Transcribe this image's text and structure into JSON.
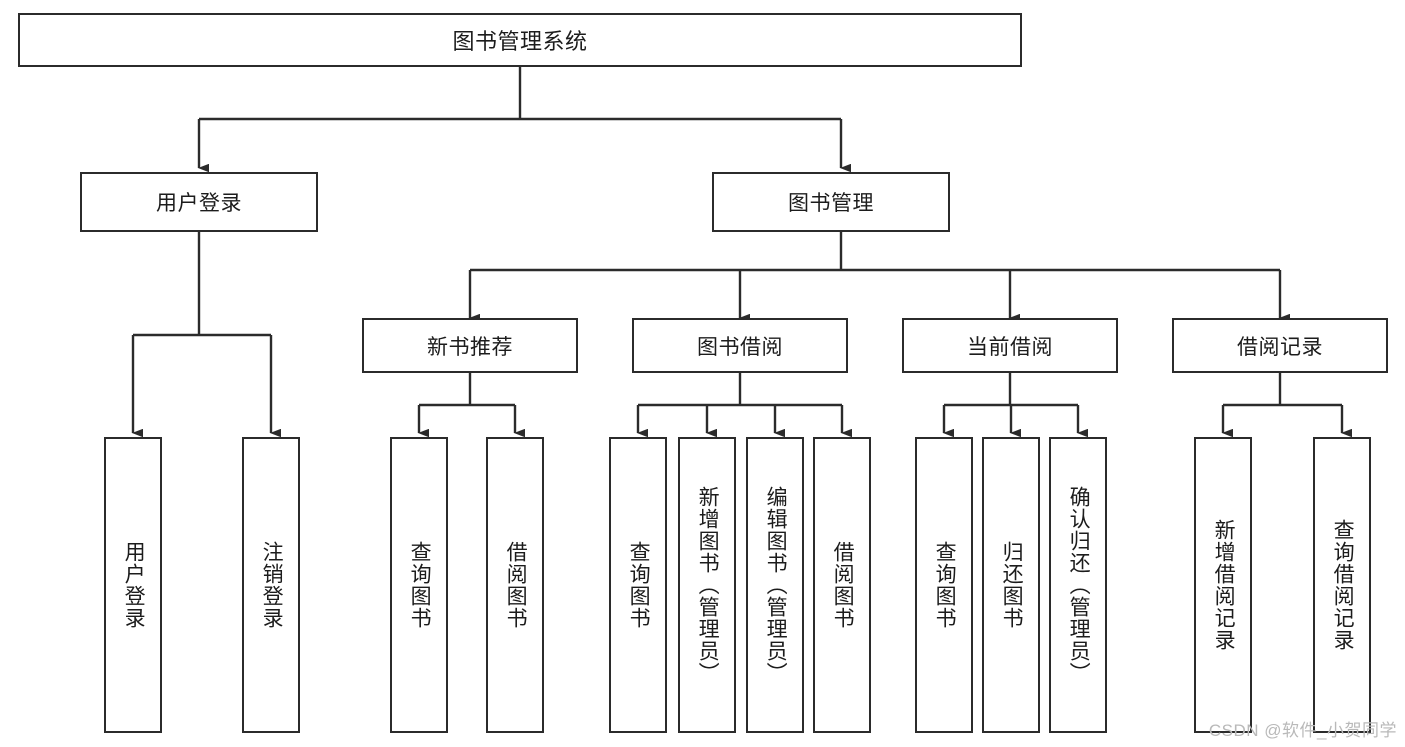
{
  "diagram": {
    "type": "tree-hierarchy",
    "title": "图书管理系统",
    "colors": {
      "stroke": "#2b2b2b",
      "fill": "#ffffff",
      "text": "#1c1c1c",
      "watermark": "#b9b9b9"
    },
    "root": {
      "label": "图书管理系统"
    },
    "level2": {
      "user_login": {
        "label": "用户登录"
      },
      "book_manage": {
        "label": "图书管理"
      }
    },
    "level3": {
      "new_book_rec": {
        "label": "新书推荐"
      },
      "book_borrow": {
        "label": "图书借阅"
      },
      "current_borrow": {
        "label": "当前借阅"
      },
      "borrow_record": {
        "label": "借阅记录"
      }
    },
    "leaves": {
      "user_login": [
        {
          "label": "用户登录"
        },
        {
          "label": "注销登录"
        }
      ],
      "new_book_rec": [
        {
          "label": "查询图书"
        },
        {
          "label": "借阅图书"
        }
      ],
      "book_borrow": [
        {
          "label": "查询图书"
        },
        {
          "label": "新增图书（管理员）"
        },
        {
          "label": "编辑图书（管理员）"
        },
        {
          "label": "借阅图书"
        }
      ],
      "current_borrow": [
        {
          "label": "查询图书"
        },
        {
          "label": "归还图书"
        },
        {
          "label": "确认归还（管理员）"
        }
      ],
      "borrow_record": [
        {
          "label": "新增借阅记录"
        },
        {
          "label": "查询借阅记录"
        }
      ]
    }
  },
  "watermark": {
    "text": "CSDN @软件_小贺同学"
  }
}
